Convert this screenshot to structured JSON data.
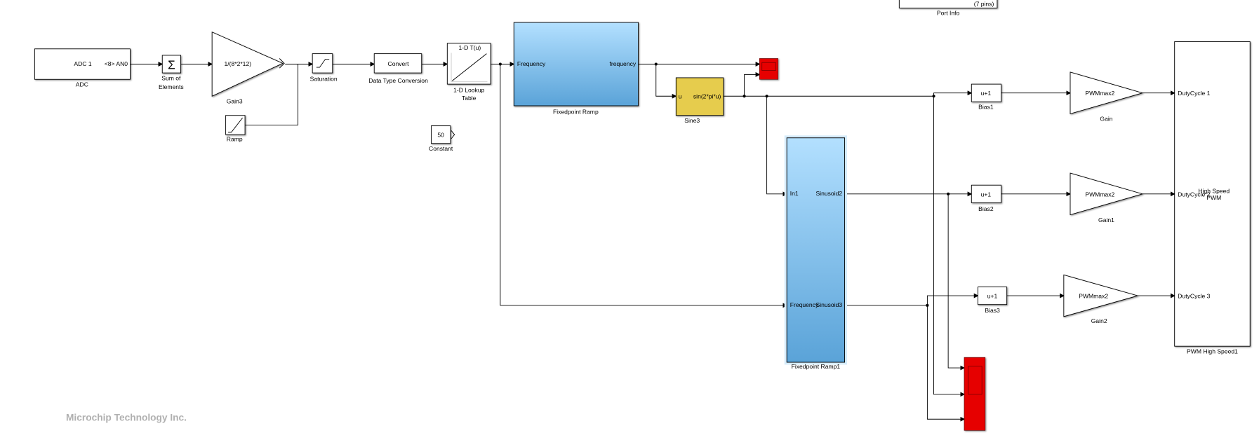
{
  "colors": {
    "subsystem_top": "#b3e0ff",
    "subsystem_bottom": "#5aa3d8",
    "scope": "#e60000",
    "sine": "#e6cc4d",
    "watermark": "#b0b0b0"
  },
  "port_info": {
    "text": "(7 pins)",
    "label": "Port Info"
  },
  "adc": {
    "text1": "ADC 1",
    "text2": "<8> AN0",
    "label": "ADC"
  },
  "sum": {
    "icon": "sigma-icon",
    "label1": "Sum of",
    "label2": "Elements"
  },
  "gain3": {
    "text": "1/(8*2*12)",
    "label": "Gain3"
  },
  "saturation": {
    "label": "Saturation"
  },
  "ramp": {
    "label": "Ramp"
  },
  "convert": {
    "text": "Convert",
    "label": "Data Type Conversion"
  },
  "lookup": {
    "text": "1-D T(u)",
    "label1": "1-D Lookup",
    "label2": "Table"
  },
  "constant": {
    "text": "50",
    "label": "Constant"
  },
  "fixedpoint_ramp": {
    "in": "Frequency",
    "out": "frequency",
    "label": "Fixedpoint Ramp"
  },
  "sine3": {
    "in": "u",
    "text": "sin(2*pi*u)",
    "label": "Sine3"
  },
  "fixedpoint_ramp1": {
    "in1": "In1",
    "in2": "Frequency",
    "out1": "Sinusoid2",
    "out2": "Sinusoid3",
    "label": "Fixedpoint Ramp1"
  },
  "bias": [
    {
      "text": "u+1",
      "label": "Bias1"
    },
    {
      "text": "u+1",
      "label": "Bias2"
    },
    {
      "text": "u+1",
      "label": "Bias3"
    }
  ],
  "gains": [
    {
      "text": "PWMmax2",
      "label": "Gain"
    },
    {
      "text": "PWMmax2",
      "label": "Gain1"
    },
    {
      "text": "PWMmax2",
      "label": "Gain2"
    }
  ],
  "pwm": {
    "ports": [
      "DutyCycle 1",
      "DutyCycle 2",
      "DutyCycle 3"
    ],
    "title1": "High Speed",
    "title2": "PWM",
    "label": "PWM High Speed1"
  },
  "watermark": "Microchip Technology Inc."
}
